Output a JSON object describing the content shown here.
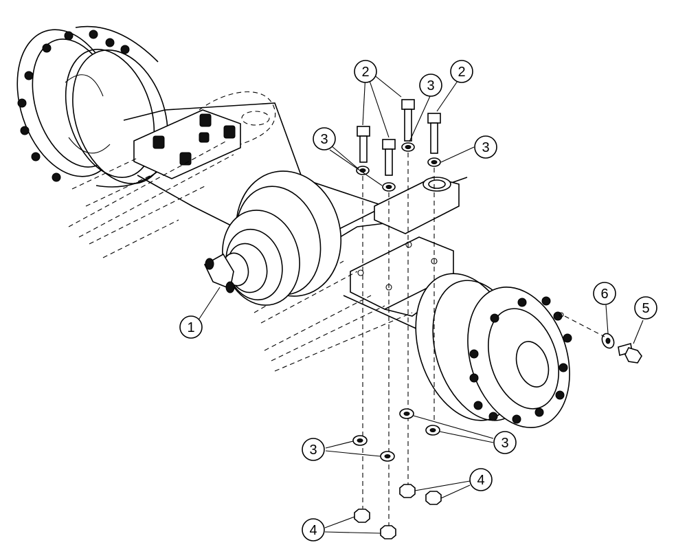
{
  "diagram": {
    "callouts": [
      {
        "id": "c1",
        "label": "1"
      },
      {
        "id": "c2a",
        "label": "2"
      },
      {
        "id": "c2b",
        "label": "2"
      },
      {
        "id": "c3a",
        "label": "3"
      },
      {
        "id": "c3b",
        "label": "3"
      },
      {
        "id": "c3c",
        "label": "3"
      },
      {
        "id": "c3d",
        "label": "3"
      },
      {
        "id": "c3e",
        "label": "3"
      },
      {
        "id": "c4a",
        "label": "4"
      },
      {
        "id": "c4b",
        "label": "4"
      },
      {
        "id": "c5",
        "label": "5"
      },
      {
        "id": "c6",
        "label": "6"
      }
    ]
  }
}
